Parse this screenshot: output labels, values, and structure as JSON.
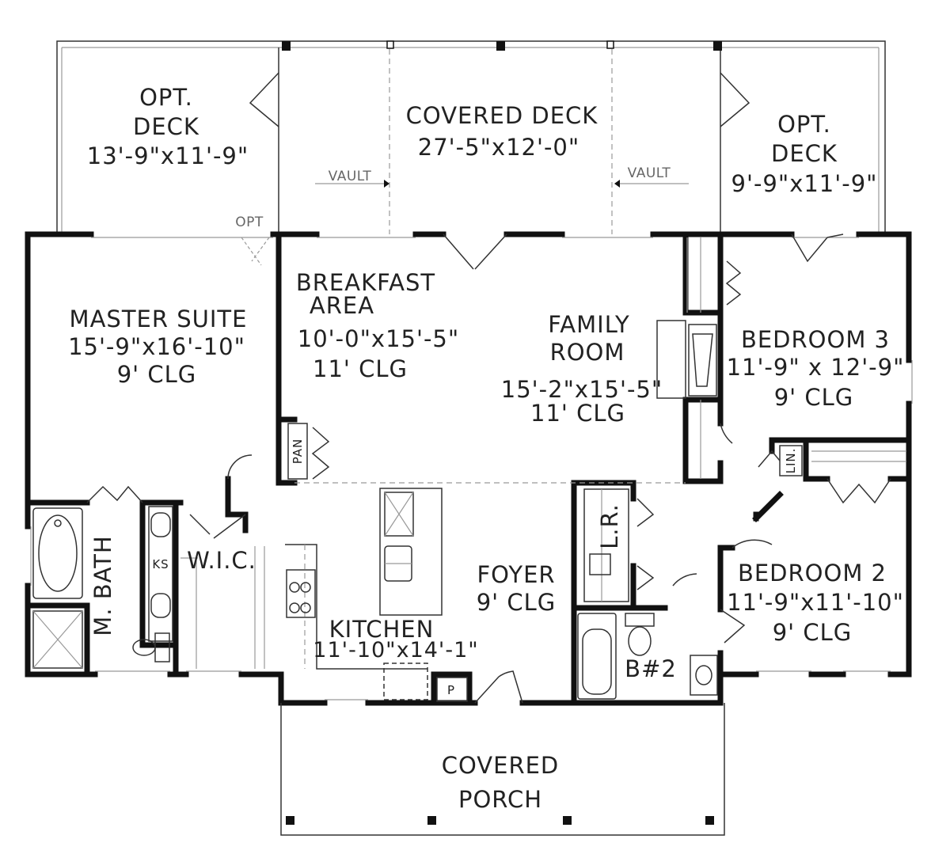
{
  "rooms": {
    "opt_deck_left": {
      "line1": "OPT.",
      "line2": "DECK",
      "dims": "13'-9\"x11'-9\""
    },
    "covered_deck": {
      "name": "COVERED  DECK",
      "dims": "27'-5\"x12'-0\""
    },
    "opt_deck_right": {
      "line1": "OPT.",
      "line2": "DECK",
      "dims": "9'-9\"x11'-9\""
    },
    "master_suite": {
      "name": "MASTER  SUITE",
      "dims": "15'-9\"x16'-10\"",
      "clg": "9'  CLG"
    },
    "breakfast_area": {
      "line1": "BREAKFAST",
      "line2": "AREA",
      "dims": "10'-0\"x15'-5\"",
      "clg": "11'  CLG"
    },
    "family_room": {
      "line1": "FAMILY",
      "line2": "ROOM",
      "dims": "15'-2\"x15'-5\"",
      "clg": "11'  CLG"
    },
    "bedroom3": {
      "name": "BEDROOM  3",
      "dims": "11'-9\"  x  12'-9\"",
      "clg": "9'  CLG"
    },
    "bedroom2": {
      "name": "BEDROOM  2",
      "dims": "11'-9\"x11'-10\"",
      "clg": "9'  CLG"
    },
    "kitchen": {
      "name": "KITCHEN",
      "dims": "11'-10\"x14'-1\""
    },
    "foyer": {
      "name": "FOYER",
      "clg": "9'  CLG"
    },
    "covered_porch": {
      "line1": "COVERED",
      "line2": "PORCH"
    },
    "m_bath": {
      "name": "M.  BATH"
    },
    "wic": {
      "name": "W.I.C."
    },
    "bath2": {
      "name": "B#2"
    },
    "laundry": {
      "name": "L.R."
    }
  },
  "small_labels": {
    "vault_left": "VAULT",
    "vault_right": "VAULT",
    "opt": "OPT",
    "pantry": "PAN",
    "linen": "LIN.",
    "ks": "KS",
    "pantry_p": "P"
  }
}
